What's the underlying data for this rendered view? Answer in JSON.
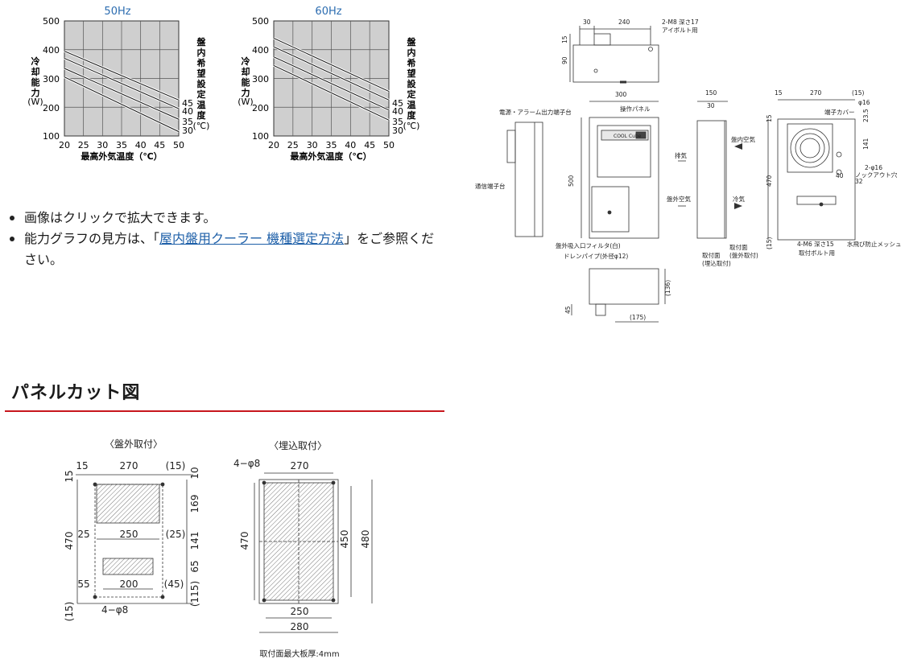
{
  "charts": [
    {
      "freq": "50Hz",
      "ylabel_chars": [
        "冷",
        "却",
        "能",
        "力"
      ],
      "yunit": "(W)",
      "xlabel": "最高外気温度（℃）",
      "right_label_chars": [
        "盤",
        "内",
        "希",
        "望",
        "設",
        "定",
        "温",
        "度"
      ],
      "right_unit": "(℃)",
      "yticks": [
        "500",
        "400",
        "300",
        "200",
        "100"
      ],
      "xticks": [
        "20",
        "25",
        "30",
        "35",
        "40",
        "45",
        "50"
      ],
      "series_labels": [
        "45",
        "40",
        "35",
        "30"
      ]
    },
    {
      "freq": "60Hz",
      "ylabel_chars": [
        "冷",
        "却",
        "能",
        "力"
      ],
      "yunit": "(W)",
      "xlabel": "最高外気温度（℃）",
      "right_label_chars": [
        "盤",
        "内",
        "希",
        "望",
        "設",
        "定",
        "温",
        "度"
      ],
      "right_unit": "(℃)",
      "yticks": [
        "500",
        "400",
        "300",
        "200",
        "100"
      ],
      "xticks": [
        "20",
        "25",
        "30",
        "35",
        "40",
        "45",
        "50"
      ],
      "series_labels": [
        "45",
        "40",
        "35",
        "30"
      ]
    }
  ],
  "chart_data": [
    {
      "type": "line",
      "title": "50Hz",
      "xlabel": "最高外気温度（℃）",
      "ylabel": "冷却能力(W)",
      "xlim": [
        20,
        50
      ],
      "ylim": [
        100,
        500
      ],
      "grid": true,
      "series": [
        {
          "name": "45",
          "x": [
            20,
            50
          ],
          "y": [
            395,
            225
          ]
        },
        {
          "name": "40",
          "x": [
            20,
            50
          ],
          "y": [
            370,
            195
          ]
        },
        {
          "name": "35",
          "x": [
            20,
            50
          ],
          "y": [
            335,
            158
          ]
        },
        {
          "name": "30",
          "x": [
            20,
            50
          ],
          "y": [
            305,
            115
          ]
        }
      ]
    },
    {
      "type": "line",
      "title": "60Hz",
      "xlabel": "最高外気温度（℃）",
      "ylabel": "冷却能力(W)",
      "xlim": [
        20,
        50
      ],
      "ylim": [
        100,
        500
      ],
      "grid": true,
      "series": [
        {
          "name": "45",
          "x": [
            20,
            50
          ],
          "y": [
            440,
            255
          ]
        },
        {
          "name": "40",
          "x": [
            20,
            50
          ],
          "y": [
            410,
            225
          ]
        },
        {
          "name": "35",
          "x": [
            20,
            50
          ],
          "y": [
            375,
            190
          ]
        },
        {
          "name": "30",
          "x": [
            20,
            50
          ],
          "y": [
            345,
            155
          ]
        }
      ]
    }
  ],
  "notes": {
    "item1": "画像はクリックで拡大できます。",
    "item2_prefix": "能力グラフの見方は、「",
    "item2_link": "屋内盤用クーラー 機種選定方法",
    "item2_suffix": "」をご参照ください。"
  },
  "section": {
    "title": "パネルカット図"
  },
  "outline": {
    "top_dims": [
      "30",
      "240"
    ],
    "eyebolt": "2-M8 深さ17",
    "eyebolt2": "アイボルト用",
    "side_dims": [
      "15",
      "90"
    ],
    "w300": "300",
    "w150": "150",
    "w30": "30",
    "power": "電源・アラーム出力端子台",
    "panel": "操作パネル",
    "comm": "通信端子台",
    "h500": "500",
    "exhaust": "排気",
    "inair": "盤内空気",
    "outair": "盤外空気",
    "cold": "冷気",
    "filter": "盤外吸入口フィルタ(白)",
    "drain": "ドレンパイプ(外径φ12)",
    "mount_out1": "取付面",
    "mount_out2": "(盤外取付)",
    "mount_in1": "取付面",
    "mount_in2": "(埋込取付)",
    "b_h136": "(136)",
    "b_w175": "(175)",
    "b_h45": "45",
    "r_15": "15",
    "r_270": "270",
    "r_p15": "(15)",
    "r_phi16": "φ16",
    "r_cover": "端子カバー",
    "r_235": "23.5",
    "r_141": "141",
    "r_2phi16": "2-φ16",
    "r_knock": "ノックアウト穴",
    "r_40": "40",
    "r_32": "32",
    "r_470": "470",
    "r_vside15": "15",
    "r_bot15": "(15)",
    "r_m6": "4-M6 深さ15",
    "r_m6b": "取付ボルト用",
    "r_mesh": "水飛び防止メッシュ",
    "brand": "COOL Cube"
  },
  "cut_out": {
    "title": "〈盤外取付〉",
    "top": [
      "15",
      "270",
      "(15)"
    ],
    "right": [
      "10",
      "169",
      "141",
      "65",
      "(115)"
    ],
    "left_v": [
      "15",
      "470",
      "(15)"
    ],
    "mid1": [
      "25",
      "250",
      "(25)"
    ],
    "mid2": [
      "55",
      "200",
      "(45)"
    ],
    "hole": "4−φ8"
  },
  "cut_in": {
    "title": "〈埋込取付〉",
    "hole": "4−φ8",
    "top": "270",
    "h470": "470",
    "h450": "450",
    "h480": "480",
    "w250": "250",
    "w280": "280",
    "note": "取付面最大板厚:4mm"
  }
}
